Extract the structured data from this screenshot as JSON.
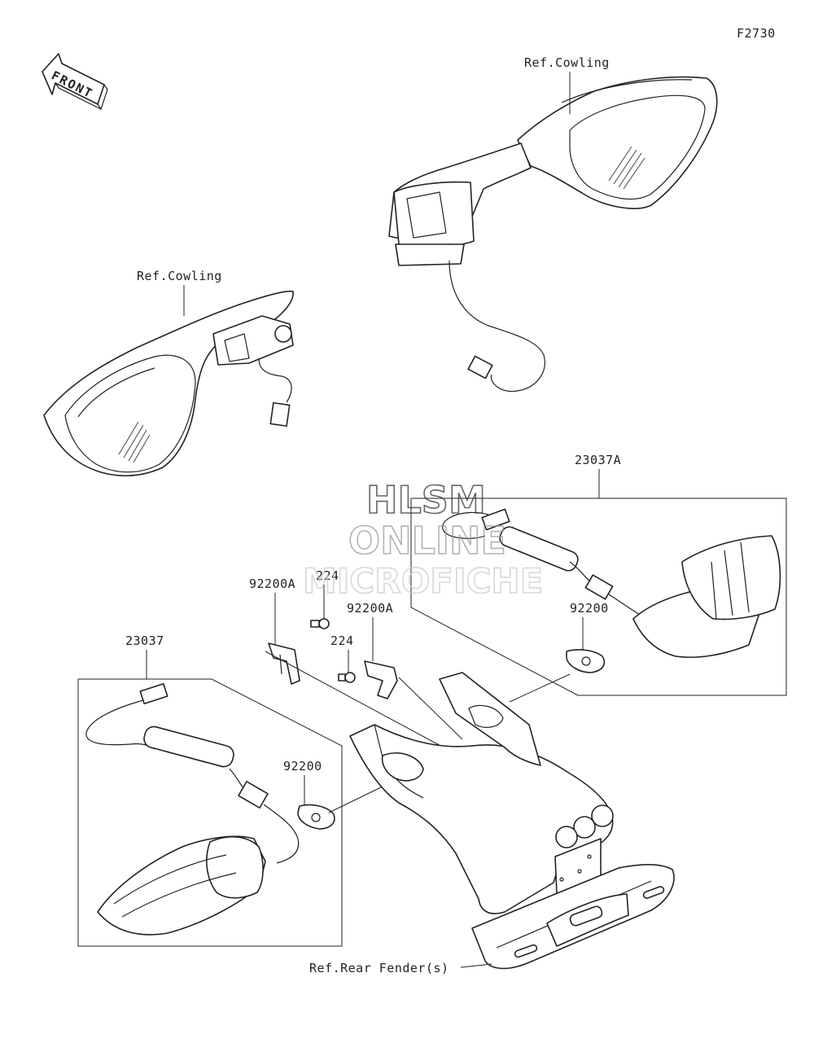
{
  "diagram": {
    "figure_code": "F2730",
    "front_arrow_label": "FRONT",
    "labels": {
      "ref_cowling_right": "Ref.Cowling",
      "ref_cowling_left": "Ref.Cowling",
      "turn_signal_rear_right": "23037A",
      "turn_signal_rear_left": "23037",
      "bracket_left": "92200A",
      "bracket_right": "92200A",
      "screw_left": "224",
      "screw_right": "224",
      "washer_right": "92200",
      "washer_left": "92200",
      "ref_rear_fender": "Ref.Rear Fender(s)"
    },
    "watermark": {
      "line1": "HLSM",
      "line2": "ONLINE",
      "line3": "MICROFICHE"
    }
  }
}
